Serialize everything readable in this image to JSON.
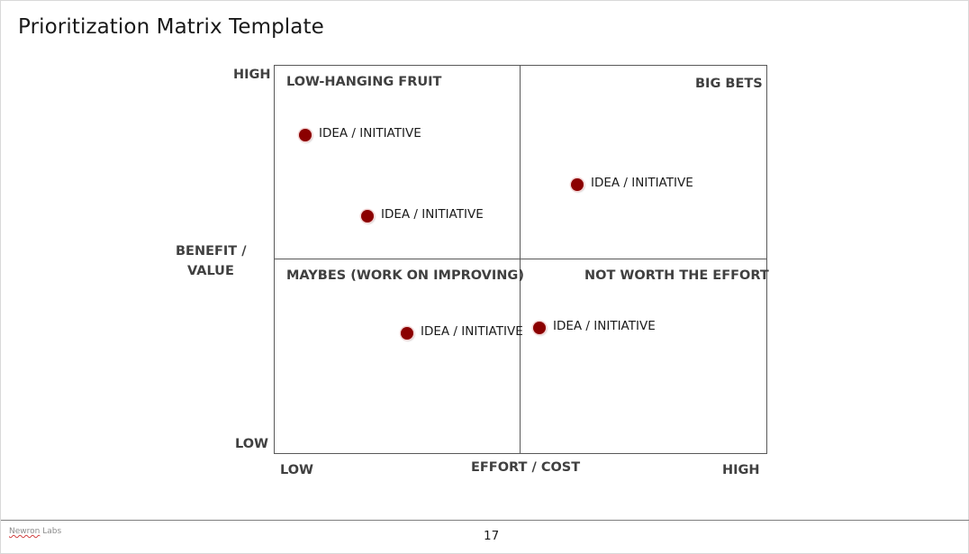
{
  "slide": {
    "title": "Prioritization Matrix Template"
  },
  "axes": {
    "y_high": "HIGH",
    "y_title_line1": "BENEFIT /",
    "y_title_line2": "VALUE",
    "y_low": "LOW",
    "x_low": "LOW",
    "x_title": "EFFORT / COST",
    "x_high": "HIGH"
  },
  "quadrants": {
    "top_left": "LOW-HANGING FRUIT",
    "top_right": "BIG BETS",
    "bottom_left": "MAYBES (WORK ON IMPROVING)",
    "bottom_right": "NOT WORTH THE EFFORT"
  },
  "ideas": [
    {
      "label": "IDEA / INITIATIVE"
    },
    {
      "label": "IDEA / INITIATIVE"
    },
    {
      "label": "IDEA / INITIATIVE"
    },
    {
      "label": "IDEA / INITIATIVE"
    },
    {
      "label": "IDEA / INITIATIVE"
    }
  ],
  "colors": {
    "dot": "#8b0000",
    "grid_line": "#595959",
    "label_text": "#404040"
  },
  "footer": {
    "brand_first": "Newron",
    "brand_second": "Labs",
    "page_number": "17"
  }
}
